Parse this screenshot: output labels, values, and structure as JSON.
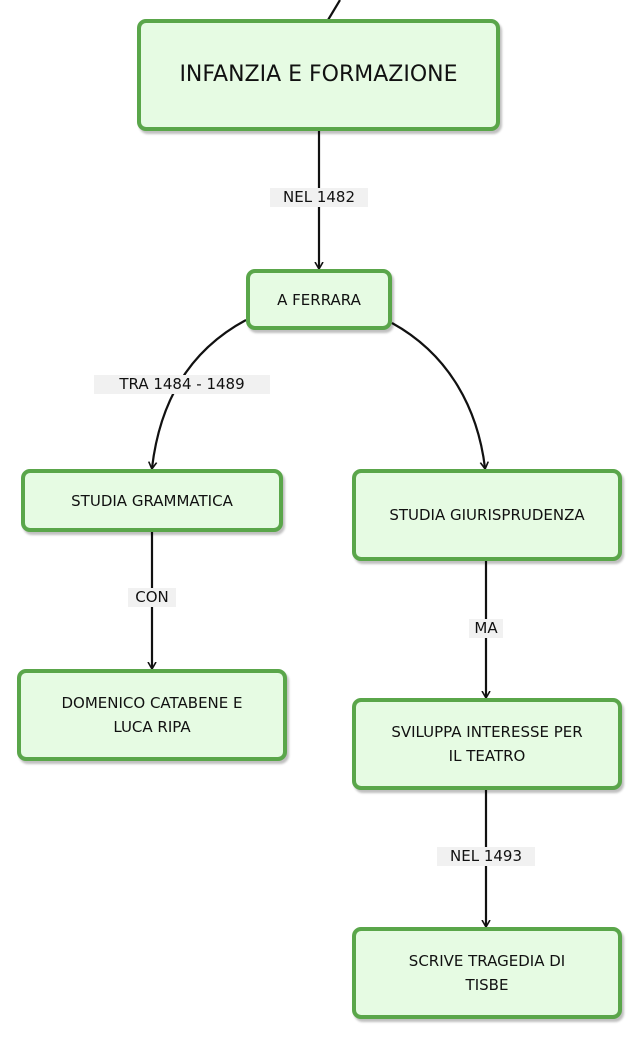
{
  "nodes": {
    "root": "INFANZIA E FORMAZIONE",
    "ferrara": "A FERRARA",
    "grammatica": "STUDIA GRAMMATICA",
    "giurisprudenza": "STUDIA GIURISPRUDENZA",
    "maestri_line1": "DOMENICO CATABENE E",
    "maestri_line2": "LUCA RIPA",
    "teatro_line1": "SVILUPPA INTERESSE PER",
    "teatro_line2": "IL TEATRO",
    "tisbe_line1": "SCRIVE TRAGEDIA DI",
    "tisbe_line2": "TISBE"
  },
  "links": {
    "nel_1482": "NEL 1482",
    "tra_1484_1489": "TRA 1484 - 1489",
    "con": "CON",
    "ma": "MA",
    "nel_1493": "NEL 1493"
  },
  "colors": {
    "node_fill": "#e6fbe3",
    "node_border": "#5aa64a",
    "link_line": "#111111",
    "label_bg": "#f1f1f1"
  }
}
